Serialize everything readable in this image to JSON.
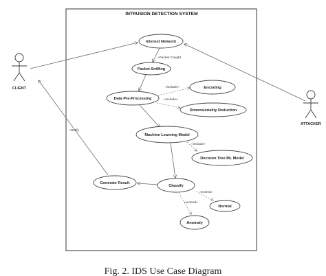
{
  "diagram": {
    "system_title": "INTRUSION DETECTION SYSTEM",
    "actors": {
      "client": "CLIENT",
      "attacker": "ATTACKER"
    },
    "use_cases": {
      "internet_network": "Internet Network",
      "packet_sniffing": "Packet Sniffing",
      "data_preprocessing": "Data Pre-Processing",
      "encoding": "Encoding",
      "dimensionality_reduction": "Dimensionality Reduction",
      "ml_model": "Machine Learning Model",
      "decision_tree": "Decision Tree ML Model",
      "generate_result": "Generate Result",
      "classify": "Classify",
      "normal": "Normal",
      "anomaly": "Anomaly"
    },
    "labels": {
      "packet_caught": "«Packet Caught",
      "include_encoding": "«include»",
      "include_dimred": "«include»",
      "include_dt": "«include»",
      "extend_normal": "«extend»",
      "extend_anomaly": "«extend»",
      "notify": "«Notify"
    }
  },
  "caption": "Fig. 2.  IDS Use Case Diagram"
}
